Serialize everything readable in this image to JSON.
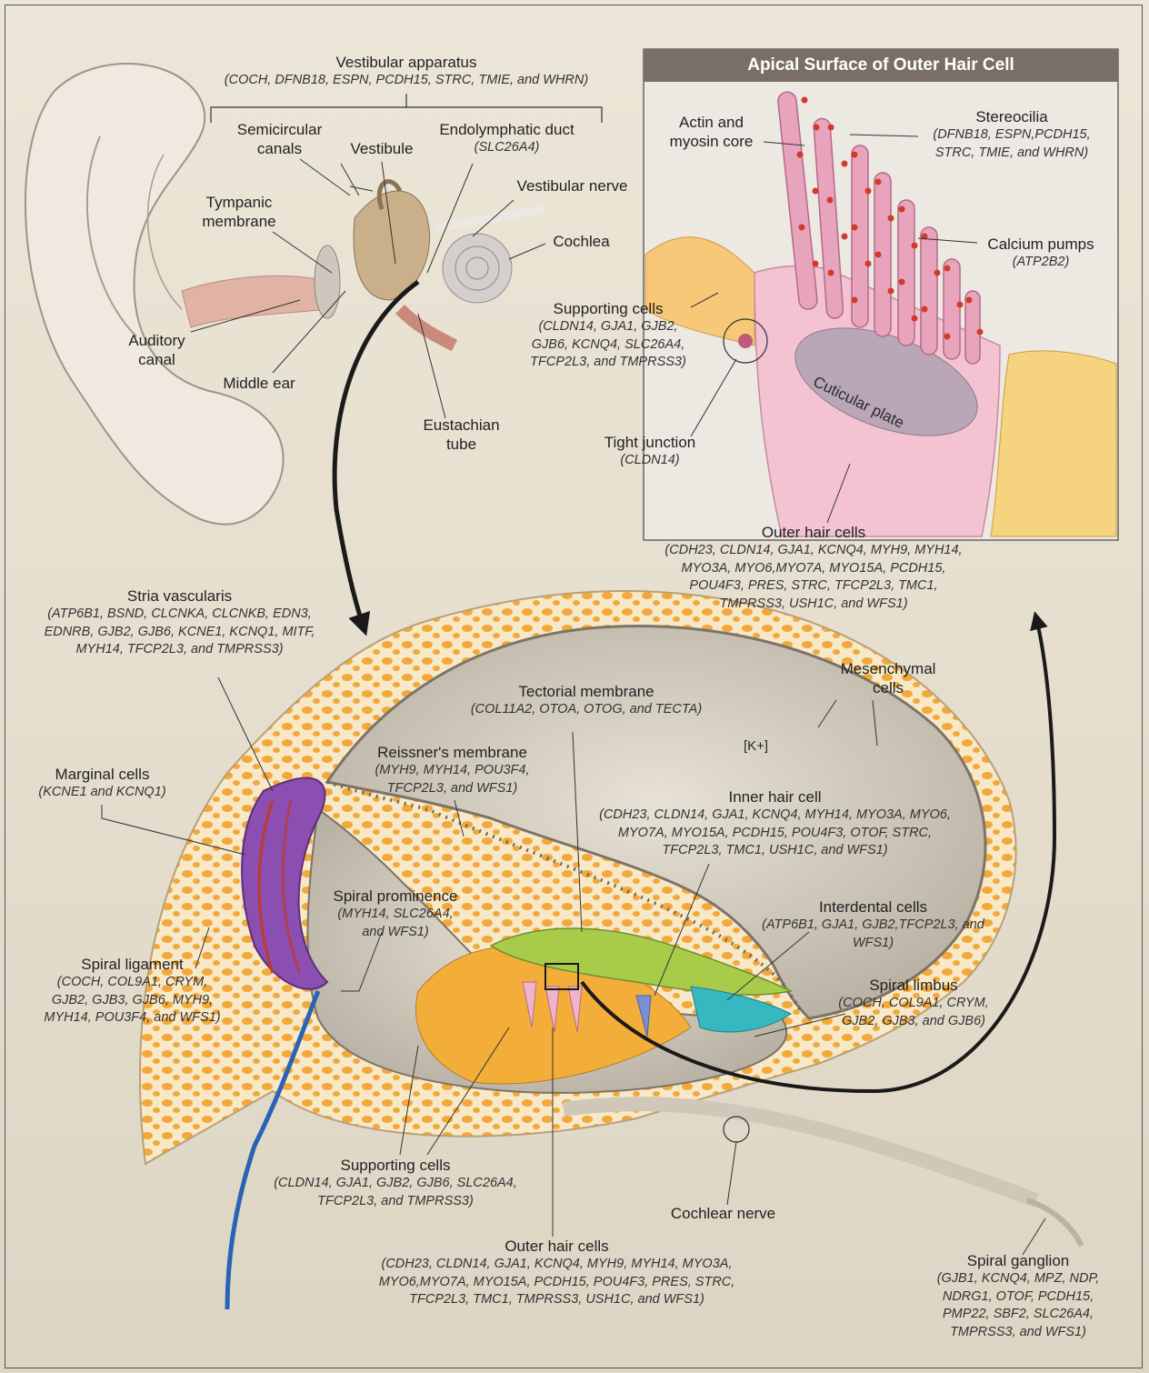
{
  "inset": {
    "title": "Apical Surface of Outer Hair Cell"
  },
  "ion_label": "[K+]",
  "labels": {
    "vestibular_apparatus": {
      "name": "Vestibular apparatus",
      "genes": "(COCH, DFNB18, ESPN, PCDH15, STRC, TMIE, and WHRN)"
    },
    "semicircular_canals": {
      "name": "Semicircular canals"
    },
    "vestibule": {
      "name": "Vestibule"
    },
    "endolymphatic_duct": {
      "name": "Endolymphatic duct",
      "genes": "(SLC26A4)"
    },
    "vestibular_nerve": {
      "name": "Vestibular nerve"
    },
    "tympanic_membrane": {
      "name": "Tympanic membrane"
    },
    "cochlea": {
      "name": "Cochlea"
    },
    "auditory_canal": {
      "name": "Auditory canal"
    },
    "middle_ear": {
      "name": "Middle ear"
    },
    "eustachian_tube": {
      "name": "Eustachian tube"
    },
    "actin_myosin_core": {
      "name": "Actin and myosin core"
    },
    "stereocilia": {
      "name": "Stereocilia",
      "genes": "(DFNB18, ESPN,PCDH15, STRC, TMIE, and WHRN)"
    },
    "calcium_pumps": {
      "name": "Calcium pumps",
      "genes": "(ATP2B2)"
    },
    "supporting_cells_top": {
      "name": "Supporting cells",
      "genes": "(CLDN14, GJA1, GJB2, GJB6, KCNQ4, SLC26A4, TFCP2L3, and TMPRSS3)"
    },
    "cuticular_plate": {
      "name": "Cuticular plate"
    },
    "tight_junction": {
      "name": "Tight junction",
      "genes": "(CLDN14)"
    },
    "outer_hair_cells_top": {
      "name": "Outer hair cells",
      "genes": "(CDH23, CLDN14, GJA1, KCNQ4, MYH9, MYH14, MYO3A, MYO6,MYO7A, MYO15A, PCDH15, POU4F3, PRES, STRC, TFCP2L3, TMC1, TMPRSS3, USH1C, and WFS1)"
    },
    "stria_vascularis": {
      "name": "Stria vascularis",
      "genes": "(ATP6B1, BSND, CLCNKA, CLCNKB, EDN3, EDNRB, GJB2, GJB6, KCNE1, KCNQ1, MITF, MYH14, TFCP2L3, and TMPRSS3)"
    },
    "mesenchymal_cells": {
      "name": "Mesenchymal cells"
    },
    "tectorial_membrane": {
      "name": "Tectorial membrane",
      "genes": "(COL11A2, OTOA, OTOG, and TECTA)"
    },
    "marginal_cells": {
      "name": "Marginal cells",
      "genes": "(KCNE1 and KCNQ1)"
    },
    "reissners_membrane": {
      "name": "Reissner's membrane",
      "genes": "(MYH9, MYH14, POU3F4, TFCP2L3, and WFS1)"
    },
    "inner_hair_cell": {
      "name": "Inner hair cell",
      "genes": "(CDH23, CLDN14, GJA1, KCNQ4, MYH14, MYO3A, MYO6, MYO7A, MYO15A, PCDH15, POU4F3, OTOF, STRC, TFCP2L3, TMC1, USH1C, and WFS1)"
    },
    "spiral_prominence": {
      "name": "Spiral prominence",
      "genes": "(MYH14, SLC26A4, and WFS1)"
    },
    "interdental_cells": {
      "name": "Interdental cells",
      "genes": "(ATP6B1, GJA1, GJB2,TFCP2L3, and WFS1)"
    },
    "spiral_ligament": {
      "name": "Spiral ligament",
      "genes": "(COCH, COL9A1, CRYM, GJB2, GJB3, GJB6, MYH9, MYH14, POU3F4, and WFS1)"
    },
    "spiral_limbus": {
      "name": "Spiral limbus",
      "genes": "(COCH, COL9A1, CRYM, GJB2, GJB3, and GJB6)"
    },
    "supporting_cells_bottom": {
      "name": "Supporting cells",
      "genes": "(CLDN14, GJA1, GJB2, GJB6, SLC26A4, TFCP2L3, and TMPRSS3)"
    },
    "cochlear_nerve": {
      "name": "Cochlear nerve"
    },
    "outer_hair_cells_bottom": {
      "name": "Outer hair cells",
      "genes": "(CDH23, CLDN14, GJA1, KCNQ4, MYH9, MYH14, MYO3A, MYO6,MYO7A, MYO15A, PCDH15, POU4F3, PRES, STRC, TFCP2L3, TMC1, TMPRSS3, USH1C, and WFS1)"
    },
    "spiral_ganglion": {
      "name": "Spiral ganglion",
      "genes": "(GJB1, KCNQ4, MPZ, NDP, NDRG1, OTOF, PCDH15, PMP22, SBF2, SLC26A4, TMPRSS3, and WFS1)"
    }
  },
  "colors": {
    "background": "#e6dfcf",
    "inset_title_bar": "#7a6f66",
    "tectorial": "#a8cc4a",
    "stria": "#8a4fb0",
    "cells": "#f3ae3a",
    "interdental": "#36b8c0",
    "arrow": "#1a1a1a",
    "hair_cell": "#f0b4c8",
    "vessel_red": "#c0392b",
    "nerve_blue": "#2a63b5"
  }
}
